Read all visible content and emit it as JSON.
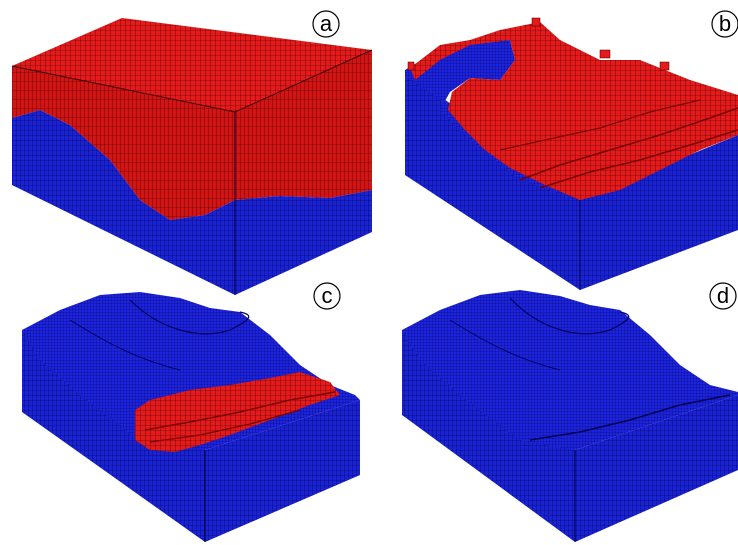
{
  "figure": {
    "panels": [
      {
        "id": "a",
        "label": "a"
      },
      {
        "id": "b",
        "label": "b"
      },
      {
        "id": "c",
        "label": "c"
      },
      {
        "id": "d",
        "label": "d"
      }
    ],
    "colors": {
      "upper_layer": "#e61a1a",
      "upper_layer_dark": "#b80f0f",
      "lower_layer": "#1a22d6",
      "lower_layer_dark": "#10168f",
      "mesh_line": "#000000",
      "background": "#ffffff"
    }
  }
}
